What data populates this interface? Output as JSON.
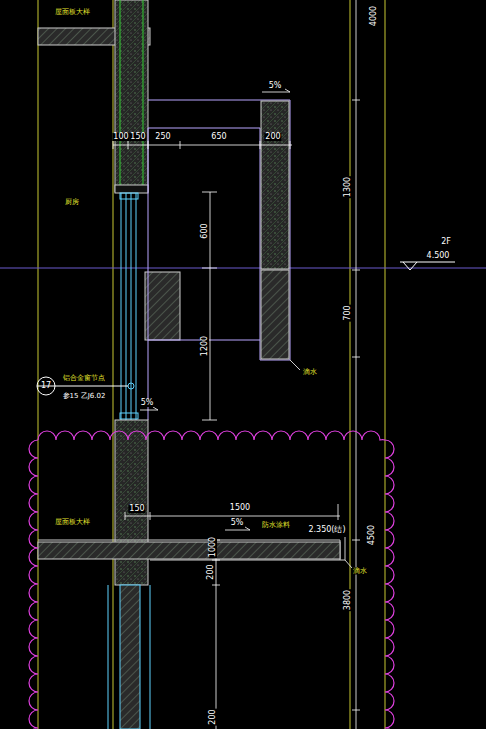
{
  "diagram": {
    "labels": [
      "屋面板大样",
      "100",
      "150",
      "250",
      "650",
      "200",
      "5%",
      "4000",
      "1300",
      "700",
      "厨房",
      "2F",
      "4.500",
      "600",
      "1200",
      "铝合金窗节点",
      "17",
      "参15 乙J6.02",
      "5%",
      "屋面板大样",
      "150",
      "1500",
      "5%",
      "防水涂料",
      "2.350(结)",
      "滴水",
      "滴水",
      "200",
      "1000",
      "4500",
      "3800",
      "200"
    ]
  }
}
